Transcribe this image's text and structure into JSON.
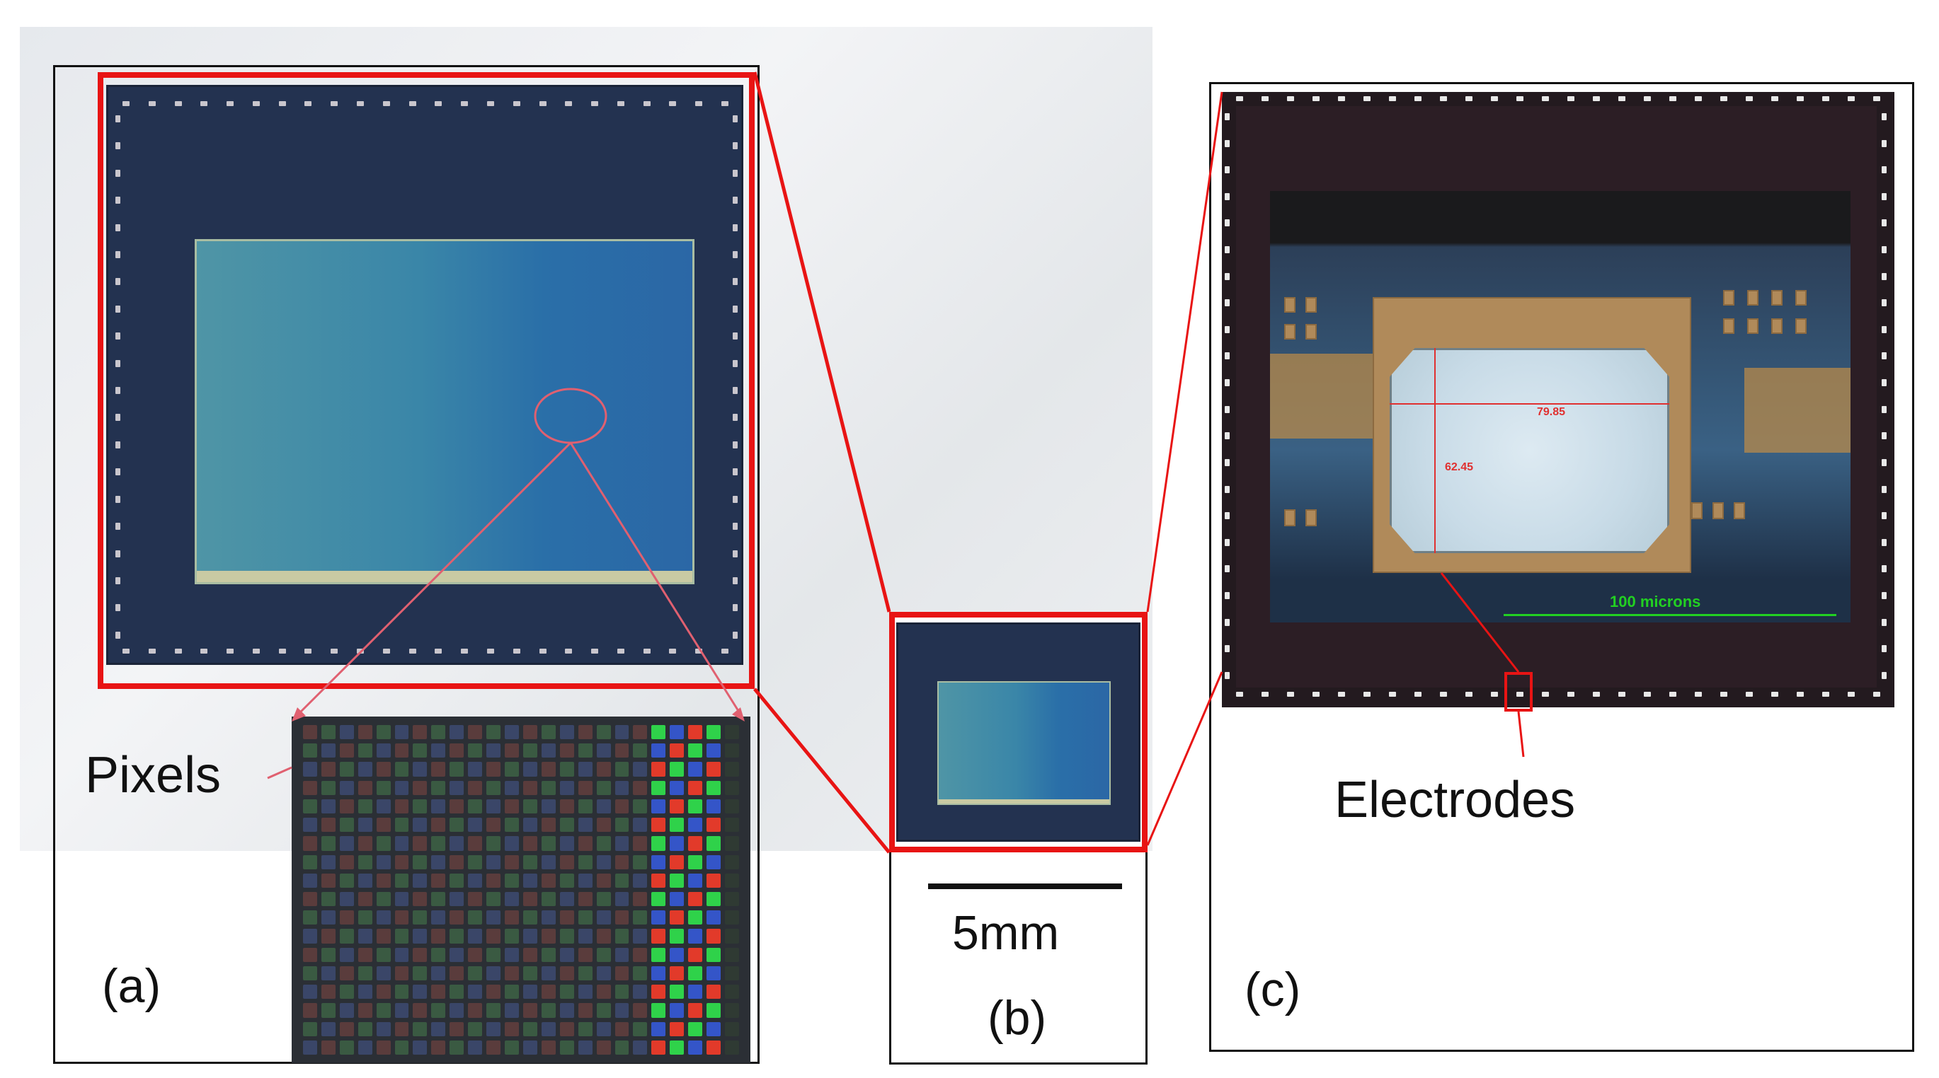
{
  "figure": {
    "panel_a": {
      "label": "(a)",
      "callout": "Pixels",
      "pixel_colors": {
        "dim_red": "#5a3c3c",
        "dim_green": "#3a5a42",
        "dim_blue": "#3a4668",
        "red": "#e23a2a",
        "green": "#2fd24a",
        "blue": "#3455c8"
      }
    },
    "panel_b": {
      "label": "(b)",
      "scale_bar": "5mm"
    },
    "panel_c": {
      "label": "(c)",
      "callout": "Electrodes",
      "measure_horizontal": "79.85",
      "measure_vertical": "62.45",
      "scale_text": "100 microns"
    },
    "colors": {
      "highlight_red": "#e81414",
      "scale_green": "#22d022"
    }
  }
}
